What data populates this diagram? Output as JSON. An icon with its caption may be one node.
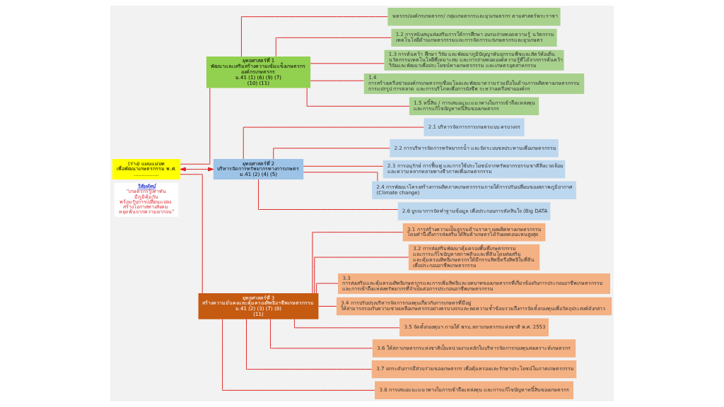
{
  "diagram": {
    "nodes": [
      {
        "text": [
          "(ร่าง) แผนแม่บท เพื่อพัฒนาเกษตรกรรม พ.ศ. ................"
        ]
      },
      {
        "text": [
          "วิสัยทัศน์",
          "“เกษตรกรรู้เท่าทัน มีภูมิคุ้มกัน พร้อมรับการเปลี่ยนแปลง สร้างโอกาสทางสังคม หลุดพ้นจากความยากจน”"
        ]
      },
      {
        "text": [
          "ยุทธศาสตร์ที่ 1 พัฒนาและเสริมสร้างความเข้มแข็งเกษตรกร องค์กรเกษตรกร",
          "ม.41 (1) (6) (9) (7) (10) (11)"
        ]
      },
      {
        "text": [
          "ษตรกร/องค์กรเกษตรกร/ กลุ่มเกษตรกรและยุวเกษตรกร ตามศาสตร์พระราชา"
        ]
      },
      {
        "text": [
          "1.2 การสนับสนุนส่งเสริมการให้การศึกษา อบรมถ่ายทอดความรู้ นวัตกรรม เทคโนโลยีด้านเกษตรกรรมและการจัดการแก่เกษตรกรและยุวเกษตร"
        ]
      },
      {
        "text": [
          "1.3 การค้นคว้า ศึกษา วิจัย และพัฒนาภูมิปัญญาพันธุกรรมพืชและสัตว์ท้องถิ่น นวัตกรรมเทคโนโลยีที่เหมาะสม และการถ่ายทอดองค์ความรู้ที่ได้จากการค้นคว้า วิจัยและพัฒนาเพื่อประโยชน์ทางเกษตรกรรม และเกษตรอุตสาหกรรม"
        ]
      },
      {
        "text": [
          "1.4 การสร้างเครือข่ายองค์กรเกษตรกรเชื่อมโยงและพัฒนาความร่วมมือในด้านการผลิตทางเกษตรกรรม การแปรรูป การตลาด และการบริโภคเพื่อการยังชีพ ระหว่างเครือข่ายองค์กร"
        ]
      },
      {
        "text": [
          "1.5 หนี้สิน / การเสนอแนะแนวทางในการเข้าถึงแหล่งทุน และการแก้ไขปัญหาหนี้สินของเกษตรกร"
        ]
      },
      {
        "text": [
          "ยุทธศาสตร์ที่ 2 บริหารจัดการทรัพยากรทางการเกษตร",
          "ม.41 (2) (4) (5)"
        ]
      },
      {
        "text": [
          "2.1 บริหารจัดการการเกษตรแบบ ครบวงจร"
        ]
      },
      {
        "text": [
          "2.2 การบริหารจัดการทรัพยากรน้ำ และจัดระบบชลประทานเพื่อเกษตรกรรม"
        ]
      },
      {
        "text": [
          "2.3 การอนุรักษ์ การฟื้นฟู และการใช้ประโยชน์จากทรัพยากรธรรมชาติสิ่งแวดล้อม และความหลากหลายทางชีวภาพเพื่อเกษตรกรรม"
        ]
      },
      {
        "text": [
          "2.4 การพัฒนาโครงสร้างการผลิตภาคเกษตรกรรมภายใต้การปรับเปลี่ยนของสภาพภูมิอากาศ (Climate change)"
        ]
      },
      {
        "text": [
          "2.6 บูรณาการจัดทำฐานข้อมูล เพื่อประกอบการตัดสินใจ (Big DATA"
        ]
      },
      {
        "text": [
          "ยุทธศาสตร์ที่ 3 สร้างความมั่นคงและคุ้มครองสิทธิอาชีพเกษตรกรรม",
          "ม.41 (2) (3) (7) (8) (11)"
        ]
      },
      {
        "text": [
          "3.1 การสร้างความเป็นธรรมด้านราคา ผลผลิตทางเกษตรกรรม โดยคำนึงถึงการส่งเสริมให้สินค้าเกษตรได้รับผลตอบแทนสูงสุด"
        ]
      },
      {
        "text": [
          "3.2 การส่งเสริมพัฒนาคุ้มครองพื้นที่เกษตรกรรม และการแก้ไขปัญหาสภาพดินและที่ดินโดยส่งเสริม และคุ้มครองสิทธิเกษตรกรให้มีกรรมสิทธิ์หรือสิทธิในที่ดิน เพื่อประกอบอาชีพเกษตรกรรม"
        ]
      },
      {
        "text": [
          "3.3 การส่งเสริมและคุ้มครองสิทธิเกษตรกรและการเพิ่มสิทธิและบทบาทของเกษตรกรที่เกี่ยวข้องกับการประกอบอาชีพเกษตรกรรม และการเข้าถึงแหล่งทรัพยากรที่จำเป็นต่อการประกอบอาชีพเกษตรกรรม"
        ]
      },
      {
        "text": [
          "3.4 การปรับปรุงบริหารจัดการกองทุนเกี่ยวกับการเกษตรที่มีอยู่ ให้สามารถรองรับความช่วยเหลือเกษตรกรอย่างครบวงจรและลดความซ้ำซ้อนรวมถึงการจัดตั้งกองทุนเพื่อวัตถุประสงค์ดังกล่าว"
        ]
      },
      {
        "text": [
          "3.5 จัดตั้งกองทุนฯ ภายใต้ พรบ.สภาเกษตรกรแห่งชาติ พ.ศ. 2553"
        ]
      },
      {
        "text": [
          "3.6 ให้สภาเกษตรกรแห่งชาติเป็นหน่วยงานหลักในบริหารจัดการกองทุนสงเคราะห์เกษตรกร"
        ]
      },
      {
        "text": [
          "3.7 ยกระดับการมีส่วนร่วมของเกษตรกร เพื่อคุ้มครองและรักษาประโยชน์ในภาคเกษตรกรรม"
        ]
      },
      {
        "text": [
          "3.8 การเสนอแนะแนวทางในการเข้าถึงแหล่งทุน และการแก้ไขปัญหาหนี้สินของเกษตรกร"
        ]
      }
    ],
    "edges": [
      {
        "from": 0,
        "to": 2,
        "arrow": "none",
        "color": "#e02020"
      },
      {
        "from": 0,
        "to": 8,
        "arrow": "both",
        "color": "#e02020"
      },
      {
        "from": 0,
        "to": 14,
        "arrow": "none",
        "color": "#e02020"
      },
      {
        "from": 2,
        "to": 3,
        "arrow": "none",
        "color": "#e02020"
      },
      {
        "from": 2,
        "to": 4,
        "arrow": "none",
        "color": "#e02020"
      },
      {
        "from": 2,
        "to": 5,
        "arrow": "none",
        "color": "#e02020"
      },
      {
        "from": 2,
        "to": 6,
        "arrow": "none",
        "color": "#e02020"
      },
      {
        "from": 2,
        "to": 7,
        "arrow": "none",
        "color": "#e02020"
      },
      {
        "from": 8,
        "to": 9,
        "arrow": "none",
        "color": "#e02020"
      },
      {
        "from": 8,
        "to": 10,
        "arrow": "none",
        "color": "#e02020"
      },
      {
        "from": 8,
        "to": 11,
        "arrow": "none",
        "color": "#e02020"
      },
      {
        "from": 8,
        "to": 12,
        "arrow": "none",
        "color": "#e02020"
      },
      {
        "from": 8,
        "to": 13,
        "arrow": "none",
        "color": "#e02020"
      },
      {
        "from": 14,
        "to": 15,
        "arrow": "none",
        "color": "#e02020"
      },
      {
        "from": 14,
        "to": 16,
        "arrow": "none",
        "color": "#e02020"
      },
      {
        "from": 14,
        "to": 17,
        "arrow": "none",
        "color": "#e02020"
      },
      {
        "from": 14,
        "to": 18,
        "arrow": "none",
        "color": "#e02020"
      },
      {
        "from": 14,
        "to": 19,
        "arrow": "none",
        "color": "#e02020"
      },
      {
        "from": 14,
        "to": 20,
        "arrow": "none",
        "color": "#e02020"
      },
      {
        "from": 14,
        "to": 21,
        "arrow": "none",
        "color": "#e02020"
      },
      {
        "from": 14,
        "to": 22,
        "arrow": "none",
        "color": "#e02020"
      }
    ]
  }
}
